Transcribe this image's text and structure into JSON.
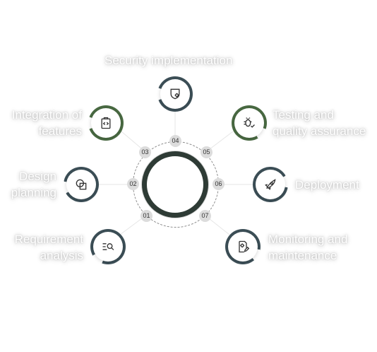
{
  "colors": {
    "ring_dark": "#2e3b35",
    "ring_green": "#4a6b43",
    "ring_slate": "#3d5058",
    "badge_bg": "#dcdcdc",
    "icon_stroke": "#333333"
  },
  "steps": [
    {
      "num": "01",
      "label_lines": [
        "Requirement",
        "analysis"
      ],
      "icon": "search-list-icon"
    },
    {
      "num": "02",
      "label_lines": [
        "Design",
        "planning"
      ],
      "icon": "shapes-icon"
    },
    {
      "num": "03",
      "label_lines": [
        "Integration of",
        "features"
      ],
      "icon": "code-clipboard-icon"
    },
    {
      "num": "04",
      "label_lines": [
        "Security implementation"
      ],
      "icon": "shield-gear-icon"
    },
    {
      "num": "05",
      "label_lines": [
        "Testing and",
        "quality assurance"
      ],
      "icon": "bug-check-icon"
    },
    {
      "num": "06",
      "label_lines": [
        "Deployment"
      ],
      "icon": "rocket-icon"
    },
    {
      "num": "07",
      "label_lines": [
        "Monitoring and",
        "maintenance"
      ],
      "icon": "document-gear-icon"
    }
  ]
}
